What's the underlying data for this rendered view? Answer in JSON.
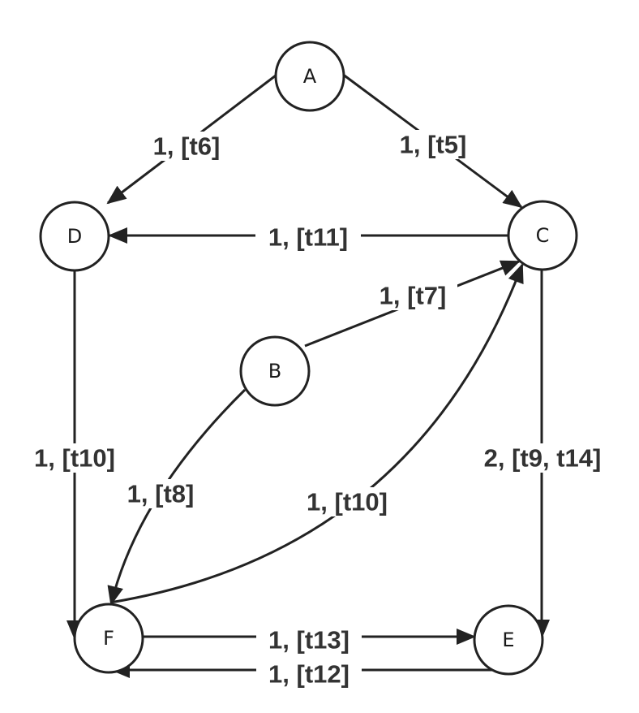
{
  "nodes": {
    "A": "A",
    "B": "B",
    "C": "C",
    "D": "D",
    "E": "E",
    "F": "F"
  },
  "edges": {
    "a_d": "1, [t6]",
    "a_c": "1, [t5]",
    "c_d": "1, [t11]",
    "b_c": "1, [t7]",
    "d_f": "1, [t10]",
    "b_f": "1, [t8]",
    "f_c": "1, [t10]",
    "c_e": "2, [t9, t14]",
    "f_e": "1, [t13]",
    "e_f": "1, [t12]"
  },
  "colors": {
    "stroke": "#222222",
    "label": "#333333",
    "background": "#ffffff"
  }
}
